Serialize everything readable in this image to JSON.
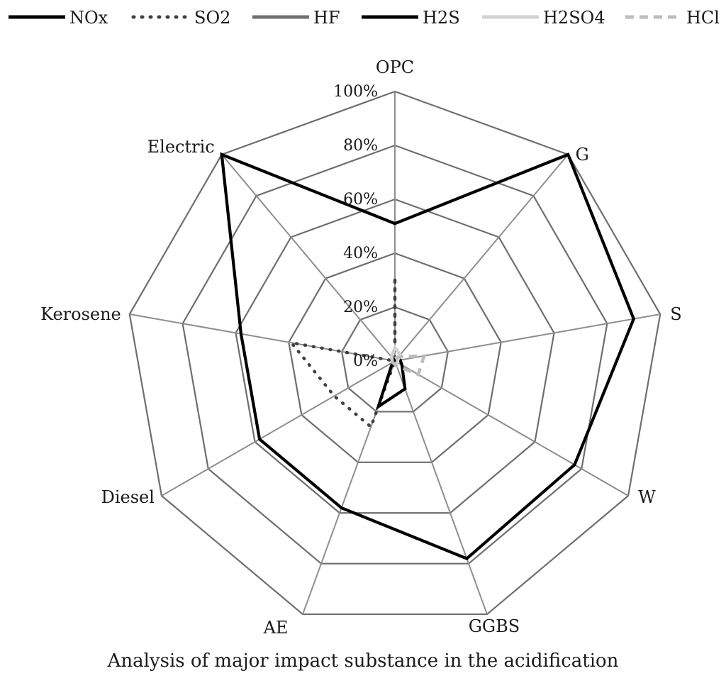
{
  "chart_data": {
    "type": "radar",
    "caption": "Analysis of major impact substance in the acidification",
    "categories": [
      "OPC",
      "G",
      "S",
      "W",
      "GGBS",
      "AE",
      "Diesel",
      "Kerosene",
      "Electric"
    ],
    "axis_ticks": [
      "0%",
      "20%",
      "40%",
      "60%",
      "80%",
      "100%"
    ],
    "range": [
      0,
      100
    ],
    "legend_position": "top",
    "series": [
      {
        "name": "NOx",
        "style": "solid",
        "color": "#000000",
        "values": [
          51,
          100,
          90,
          77,
          78,
          58,
          58,
          58,
          100
        ]
      },
      {
        "name": "SO2",
        "style": "dotted",
        "color": "#404040",
        "values": [
          30,
          0,
          0,
          0,
          0,
          26,
          26,
          39,
          0
        ]
      },
      {
        "name": "HF",
        "style": "solid",
        "color": "#707070",
        "values": [
          0,
          0,
          0,
          0,
          0,
          0,
          0,
          0,
          0
        ]
      },
      {
        "name": "H2S",
        "style": "solid",
        "color": "#000000",
        "values": [
          0,
          1,
          2,
          3,
          11,
          18,
          1,
          0,
          1
        ]
      },
      {
        "name": "H2SO4",
        "style": "solid",
        "color": "#d2d2d2",
        "values": [
          5,
          3,
          1,
          1,
          1,
          1,
          1,
          1,
          2
        ]
      },
      {
        "name": "HCl",
        "style": "dashed",
        "color": "#bdbdbd",
        "values": [
          1,
          2,
          11,
          10,
          2,
          1,
          1,
          1,
          1
        ]
      }
    ]
  }
}
